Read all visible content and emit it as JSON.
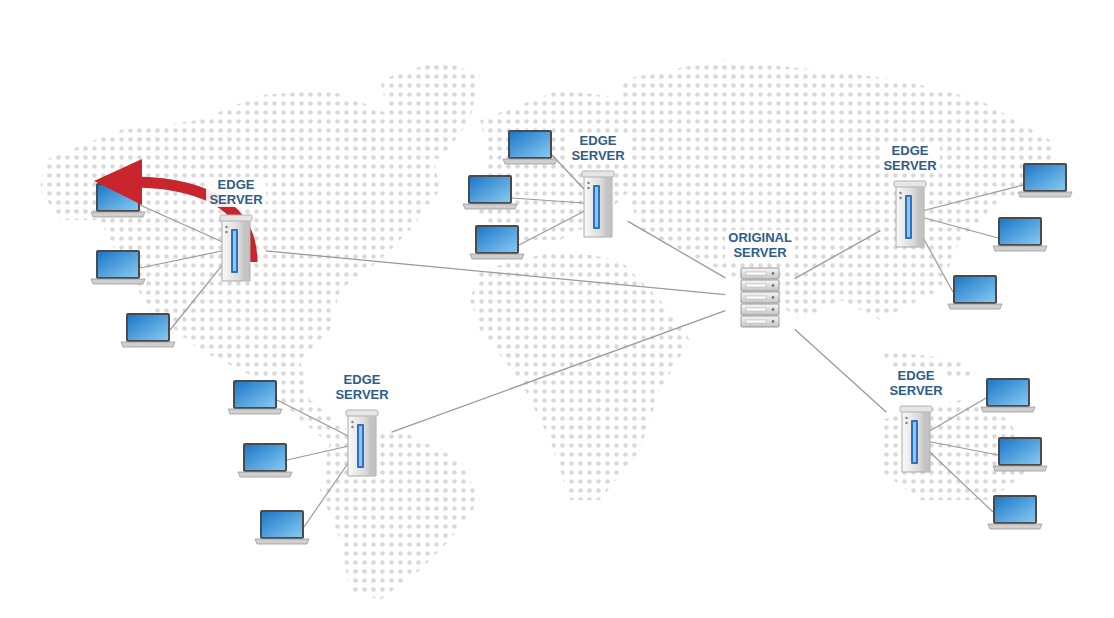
{
  "diagram": {
    "nodes": [
      {
        "text": [
          "EDGE SERVER"
        ]
      },
      {
        "text": [
          "EDGE SERVER"
        ]
      },
      {
        "text": [
          "EDGE SERVER"
        ]
      },
      {
        "text": [
          "ORIGINAL SERVER"
        ]
      },
      {
        "text": [
          "EDGE SERVER"
        ]
      },
      {
        "text": [
          "EDGE SERVER"
        ]
      }
    ],
    "edges": [
      {
        "from": 0,
        "to": 3,
        "arrow": "none"
      },
      {
        "from": 1,
        "to": 3,
        "arrow": "none"
      },
      {
        "from": 2,
        "to": 3,
        "arrow": "none"
      },
      {
        "from": 4,
        "to": 3,
        "arrow": "none"
      },
      {
        "from": 5,
        "to": 3,
        "arrow": "none"
      }
    ]
  }
}
